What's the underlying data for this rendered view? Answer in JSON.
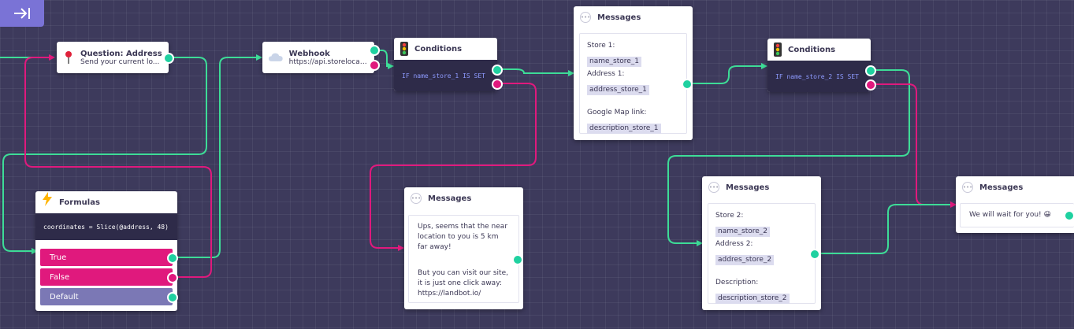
{
  "toolbar": {
    "expand_icon": "arrow-right-to-bar-icon"
  },
  "colors": {
    "canvas": "#3d3a5c",
    "success_wire": "#3ddc97",
    "failure_wire": "#e0197d",
    "node_dark": "#2e2b49",
    "default_option": "#7b78b5"
  },
  "nodes": {
    "question": {
      "title": "Question: Address",
      "subtitle": "Send your current lo...",
      "icon": "pin-icon"
    },
    "webhook": {
      "title": "Webhook",
      "subtitle": "https://api.storelocat...",
      "icon": "cloud-icon"
    },
    "conditions1": {
      "title": "Conditions",
      "expression": "IF name_store_1 IS SET",
      "icon": "traffic-light-icon"
    },
    "messages1": {
      "title": "Messages",
      "line1": "Store 1:",
      "var1": "name_store_1",
      "line2": "Address 1:",
      "var2": "address_store_1",
      "line3": "Google Map link:",
      "var3": "description_store_1"
    },
    "conditions2": {
      "title": "Conditions",
      "expression": "IF name_store_2 IS SET",
      "icon": "traffic-light-icon"
    },
    "formulas": {
      "title": "Formulas",
      "expression": "coordinates = Slice(@address, 48)",
      "options": [
        "True",
        "False",
        "Default"
      ],
      "icon": "lightning-icon"
    },
    "messages2": {
      "title": "Messages",
      "para1": "Ups, seems that the near location to you is 5 km far away!",
      "para2": "But you can visit our site, it is just one click away: https://landbot.io/"
    },
    "messages3": {
      "title": "Messages",
      "line1": "Store 2:",
      "var1": "name_store_2",
      "line2": "Address 2:",
      "var2": "addres_store_2",
      "line3": "Description:",
      "var3": "description_store_2"
    },
    "messages4": {
      "title": "Messages",
      "text": "We will wait for you! 😀"
    }
  }
}
